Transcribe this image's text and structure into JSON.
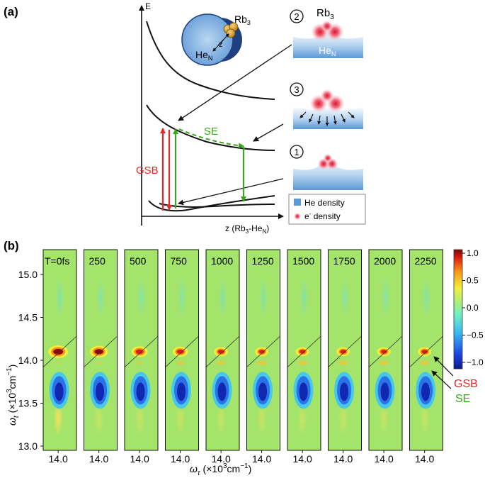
{
  "panel_a": {
    "tag": "(a)",
    "energy_axis": "E",
    "coord_axis_prefix": "z (Rb",
    "coord_axis_sub1": "3",
    "coord_axis_mid": "-He",
    "coord_axis_sub2": "N",
    "coord_axis_suffix": ")",
    "droplet_label": "He",
    "droplet_sub": "N",
    "cluster_label": "Rb",
    "cluster_sub": "3",
    "z_label": "z",
    "gsb_label": "GSB",
    "se_label": "SE",
    "colors": {
      "gsb": "#e8262a",
      "se": "#3aa61c"
    },
    "steps": [
      {
        "num": "2",
        "title": "Rb",
        "title_sub": "3",
        "text": "He",
        "text_sub": "N"
      },
      {
        "num": "3"
      },
      {
        "num": "1"
      }
    ],
    "legend": {
      "he_density": "He density",
      "e_density_pre": "e",
      "e_density_sup": "-",
      "e_density_post": " density"
    }
  },
  "panel_b": {
    "tag": "(b)",
    "delays": [
      "T=0fs",
      "250",
      "500",
      "750",
      "1000",
      "1250",
      "1500",
      "1750",
      "2000",
      "2250"
    ],
    "x_tick": "14.0",
    "y_ticks": [
      "15.0",
      "14.5",
      "14.0",
      "13.5",
      "13.0"
    ],
    "y_label_sym": "ω",
    "y_label_sub": "t",
    "y_label_units": " (×10",
    "y_label_exp": "3",
    "y_label_tail": "cm",
    "y_label_exp2": "−1",
    "y_label_end": ")",
    "x_label_sym": "ω",
    "x_label_sub": "τ",
    "x_label_units": " (×10",
    "x_label_exp": "3",
    "x_label_tail": "cm",
    "x_label_exp2": "−1",
    "x_label_end": ")",
    "colorbar_ticks": [
      "1.0",
      "0.5",
      "0.0",
      "−0.5",
      "−1.0"
    ],
    "gsb_label": "GSB",
    "se_label": "SE",
    "gsb_amplitude": [
      1.0,
      0.85,
      0.7,
      0.6,
      0.5,
      0.45,
      0.45,
      0.45,
      0.45,
      0.45
    ],
    "se_amplitude": [
      0.05,
      0.05,
      0.1,
      0.25,
      0.3,
      0.35,
      0.35,
      0.35,
      0.35,
      0.35
    ]
  }
}
